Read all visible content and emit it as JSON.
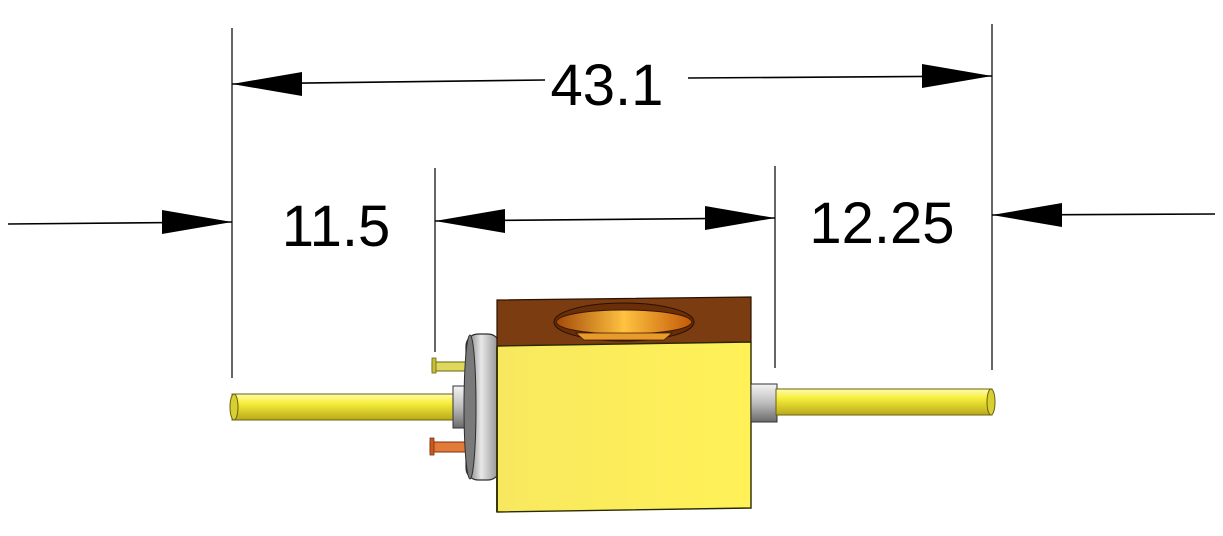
{
  "dimensions": {
    "overall": "43.1",
    "left_fiber": "11.5",
    "right_fiber": "12.25"
  },
  "colors": {
    "fiber_yellow": "#f2ec34",
    "body_yellow": "#fbeb52",
    "top_brown": "#7a3c10",
    "cavity_orange": "#f08a10",
    "flange_silver": "#b8b8b8",
    "copper_pin": "#d9682a",
    "dimension_black": "#000000"
  }
}
